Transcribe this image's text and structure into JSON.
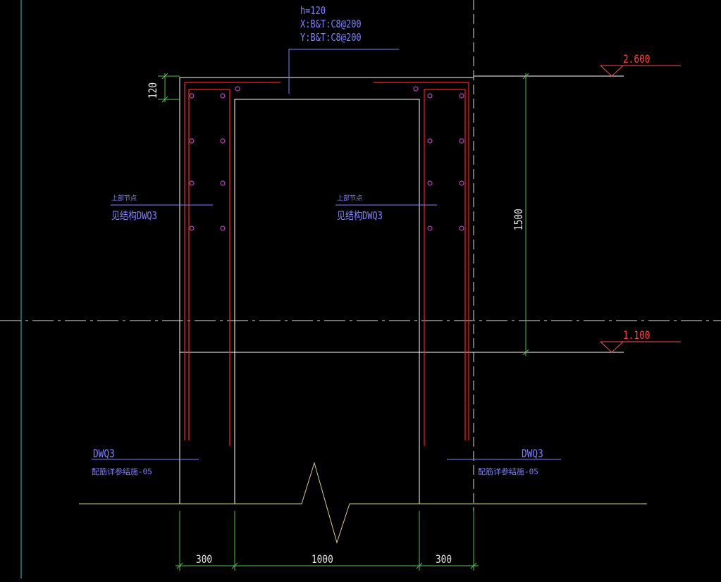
{
  "slab": {
    "thickness_label": "h=120",
    "x_rebar": "X:B&T:C8@200",
    "y_rebar": "Y:B&T:C8@200"
  },
  "elevations": {
    "top": "2.600",
    "bottom": "1.100"
  },
  "dimensions": {
    "slab_thickness": "120",
    "height": "1500",
    "left_wall": "300",
    "opening": "1000",
    "right_wall": "300"
  },
  "labels": {
    "left_inner_line1": "上部节点",
    "left_inner_line2": "见结构DWQ3",
    "right_inner_line1": "上部节点",
    "right_inner_line2": "见结构DWQ3",
    "left_bottom_line1": "DWQ3",
    "left_bottom_line2": "配筋详参结施-05",
    "right_bottom_line1": "DWQ3",
    "right_bottom_line2": "配筋详参结施-05"
  },
  "colors": {
    "background": "#000000",
    "outline": "#ffffff",
    "rebar": "#ff2020",
    "rebar_dot": "#c040c0",
    "text_blue": "#8080ff",
    "elevation_red": "#ff5050",
    "dim_green": "#50c050",
    "ground_yellow": "#d8d080",
    "center_line": "#e0e0e0"
  }
}
